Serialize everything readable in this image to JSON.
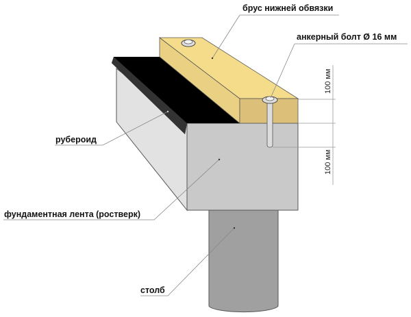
{
  "labels": {
    "beam": "брус нижней обвязки",
    "anchor_bolt": "анкерный болт Ø 16 мм",
    "roofing_felt": "рубероид",
    "foundation_strip": "фундаментная лента (ростверк)",
    "pillar": "столб"
  },
  "dimensions": {
    "upper": "100 мм",
    "lower": "100 мм"
  },
  "colors": {
    "beam_top": "#f5dc8a",
    "beam_front": "#dcc07a",
    "beam_side": "#e8cf80",
    "roofing": "#000000",
    "concrete_front": "#c8c8c8",
    "concrete_side": "#e0e0e0",
    "pillar": "#a0a0a0"
  }
}
